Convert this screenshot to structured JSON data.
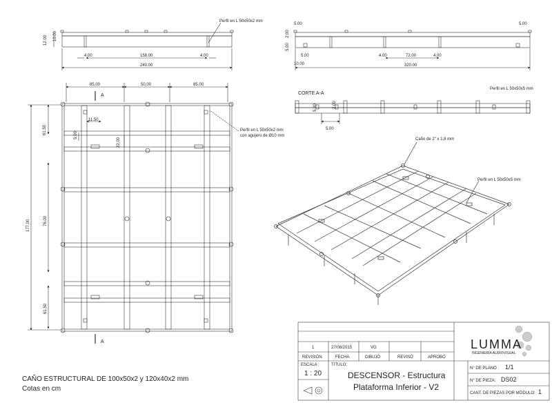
{
  "notes": {
    "line1": "CAÑO ESTRUCTURAL DE 100x50x2 y 120x40x2 mm",
    "line2": "Cotas en cm"
  },
  "top_left_view": {
    "profile_label": "Perfil en L 50x50x2 mm",
    "dims": {
      "d10": "10.00",
      "d12": "12.00",
      "d4a": "4.00",
      "d158": "158.00",
      "d4b": "4.00",
      "d240": "240.00"
    }
  },
  "top_right_view": {
    "dims": {
      "d5a": "5.00",
      "d5b": "5.00",
      "d2": "2.00",
      "d5c": "5.00",
      "d5d": "5.00",
      "d4a": "4.00",
      "d72": "72.00",
      "d4b": "4.00",
      "d10": "10.00",
      "d320": "320.00"
    }
  },
  "plan_view": {
    "dims": {
      "d85a": "85.00",
      "d50": "50.00",
      "d85b": "85.00",
      "d6150a": "61.50",
      "d1150": "11.50",
      "d5": "5.00",
      "d22": "22.00",
      "d177": "177.00",
      "d76": "76.00",
      "d6150b": "61.50"
    },
    "section_a_top": "A",
    "section_a_bottom": "A",
    "profile_label_1": "Perfil en L 50x50x2 mm",
    "profile_label_2": "con agujero de Ø10 mm"
  },
  "section_view": {
    "title": "CORTE A-A",
    "profile_label": "Perfil en L 50x50x5 mm",
    "dims": {
      "d5": "5.00",
      "d2": "2.00",
      "d5b": "5.00"
    }
  },
  "iso_view": {
    "pipe_label": "Caño de 2\" x 1,8 mm",
    "profile_label": "Perfil en L 50x50x5 mm"
  },
  "title_block": {
    "revision": "1",
    "date": "27/08/2015",
    "drawn": "VG",
    "h_revision": "REVISIÓN",
    "h_fecha": "FECHA",
    "h_dibujo": "DIBUJÓ",
    "h_reviso": "REVISÓ",
    "h_aprobo": "APROBÓ",
    "escala_label": "ESCALA :",
    "escala": "1 : 20",
    "titulo_label": "TITULO:",
    "titulo_line1": "DESCENSOR - Estructura",
    "titulo_line2": "Plataforma Inferior - V2",
    "plano_label": "N° DE PLANO :",
    "plano": "1/1",
    "pieza_label": "N° DE PIEZA:",
    "pieza": "DS02",
    "cant_label": "CANT. DE PIEZAS POR MÓDULO:",
    "cant": "1",
    "logo_name": "LUMMA",
    "logo_sub": "INGENIERÍA AUDIOVISUAL"
  },
  "icons": {
    "projection": "first-angle-projection-icon",
    "logo": "lumma-dots-logo-icon"
  }
}
